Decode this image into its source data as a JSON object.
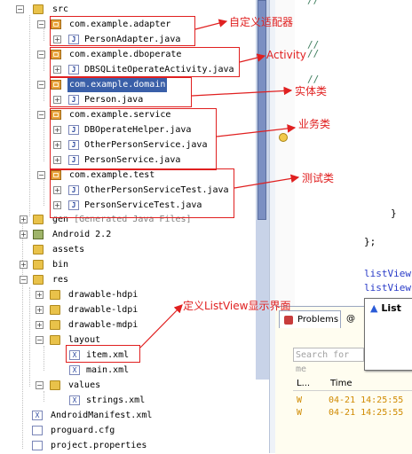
{
  "tree": {
    "src": "src",
    "adapter_pkg": "com.example.adapter",
    "adapter_file": "PersonAdapter.java",
    "dboperate_pkg": "com.example.dboperate",
    "dboperate_file": "DBSQLiteOperateActivity.java",
    "domain_pkg": "com.example.domain",
    "domain_file": "Person.java",
    "service_pkg": "com.example.service",
    "service_file1": "DBOperateHelper.java",
    "service_file2": "OtherPersonService.java",
    "service_file3": "PersonService.java",
    "test_pkg": "com.example.test",
    "test_file1": "OtherPersonServiceTest.java",
    "test_file2": "PersonServiceTest.java",
    "gen": "gen",
    "gen_note": "[Generated Java Files]",
    "android": "Android 2.2",
    "assets": "assets",
    "bin": "bin",
    "res": "res",
    "drawable_hdpi": "drawable-hdpi",
    "drawable_ldpi": "drawable-ldpi",
    "drawable_mdpi": "drawable-mdpi",
    "layout": "layout",
    "item_xml": "item.xml",
    "main_xml": "main.xml",
    "values": "values",
    "strings_xml": "strings.xml",
    "manifest": "AndroidManifest.xml",
    "proguard": "proguard.cfg",
    "project_props": "project.properties"
  },
  "annotations": {
    "adapter": "自定义适配器",
    "activity": "Activity",
    "entity": "实体类",
    "service": "业务类",
    "test": "测试类",
    "listview": "定义ListView显示界面"
  },
  "editor": {
    "comment1": "//",
    "comment2": "//",
    "comment3": "//",
    "comment4": "//",
    "brace": "}",
    "close": "};",
    "listview1": "listView",
    "listview2": "listView"
  },
  "bottom": {
    "problems_tab": "Problems",
    "at_tab": "@",
    "popup_title": "List",
    "search_placeholder": "Search for me",
    "col_level": "L...",
    "col_time": "Time",
    "log1_level": "W",
    "log1_time": "04-21 14:25:55",
    "log2_level": "W",
    "log2_time": "04-21 14:25:55"
  }
}
